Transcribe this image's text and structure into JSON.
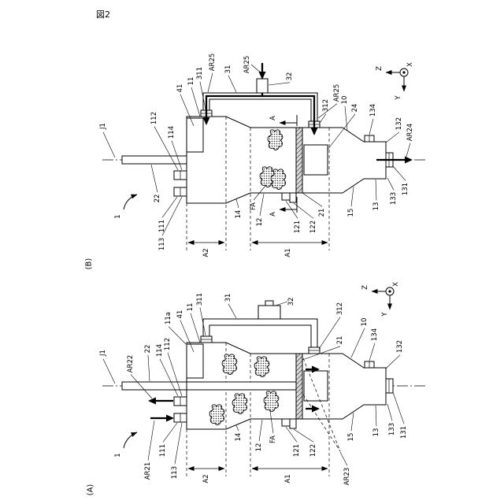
{
  "figure_label": "図2",
  "fig_b": {
    "labels": {
      "caption": "(B)",
      "n1": "1",
      "j1": "J1",
      "n112": "112",
      "n114": "114",
      "n22": "22",
      "n111": "111",
      "n113": "113",
      "a2": "A2",
      "a1": "A1",
      "n41": "41",
      "n11": "11",
      "n311": "311",
      "ar25_1": "AR25",
      "n31": "31",
      "ar25_2": "AR25",
      "n32": "32",
      "ar25_3": "AR25",
      "n312": "312",
      "n10": "10",
      "n24": "24",
      "sec_a_top": "A",
      "sec_a_bottom": "A",
      "n134": "134",
      "n132": "132",
      "ar24": "AR24",
      "n131": "131",
      "n133": "133",
      "n13": "13",
      "n15": "15",
      "n21": "21",
      "n122": "122",
      "n121": "121",
      "n12": "12",
      "fa": "FA",
      "n14": "14",
      "axis_z": "Z",
      "axis_x": "X",
      "axis_y": "Y"
    }
  },
  "fig_a": {
    "labels": {
      "caption": "(A)",
      "n1": "1",
      "ar21": "AR21",
      "n113": "113",
      "n111": "111",
      "j1": "J1",
      "ar22": "AR22",
      "n22": "22",
      "n114": "114",
      "n112": "112",
      "n11a": "11a",
      "n41": "41",
      "n11": "11",
      "n311": "311",
      "n31": "31",
      "n32": "32",
      "n312": "312",
      "n10": "10",
      "n21": "21",
      "n134": "134",
      "n132": "132",
      "n131": "131",
      "n133": "133",
      "n13": "13",
      "n15": "15",
      "ar23": "AR23",
      "n122": "122",
      "n121": "121",
      "fa": "FA",
      "n12": "12",
      "n14": "14",
      "a2": "A2",
      "a1": "A1",
      "axis_z": "Z",
      "axis_x": "X",
      "axis_y": "Y"
    }
  }
}
